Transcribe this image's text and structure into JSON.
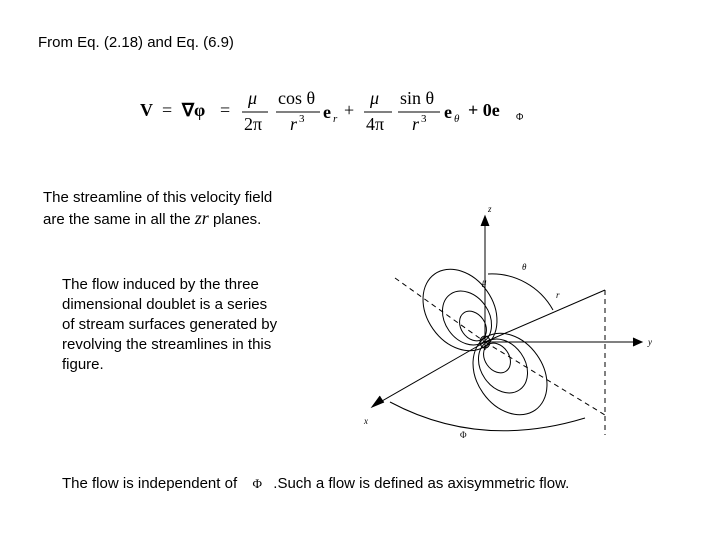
{
  "header": {
    "text": "From Eq. (2.18) and Eq. (6.9)"
  },
  "formula": {
    "lhs": "V",
    "eq1": "=",
    "grad": "∇φ",
    "eq2": "=",
    "mu1": "μ",
    "cos": "cos θ",
    "two_pi": "2π",
    "r3a": "r",
    "r3a_exp": "3",
    "er": "e",
    "er_sub": "r",
    "plus1": "+",
    "mu2": "μ",
    "sin": "sin θ",
    "four_pi": "4π",
    "r3b": "r",
    "r3b_exp": "3",
    "etheta": "e",
    "etheta_sub": "θ",
    "plus2": "+ 0e",
    "ephi_sub": "Φ"
  },
  "para1": {
    "line1": "The streamline of this velocity field",
    "line2_a": "are the same in all the",
    "zr": "zr",
    "line2_b": "planes."
  },
  "para2": {
    "lines": [
      "The flow induced by the three",
      "dimensional doublet is a series",
      "of stream surfaces generated by",
      "revolving the streamlines in this",
      "figure."
    ]
  },
  "footer": {
    "a": "The flow is independent of",
    "phi": "Φ",
    "b": ".Such a flow is defined as axisymmetric flow."
  },
  "figure": {
    "z_label": "z",
    "theta_label": "θ",
    "mu_label": "μ",
    "r_label": "r",
    "y_label": "y",
    "x_label": "x",
    "phi_label": "Φ"
  }
}
